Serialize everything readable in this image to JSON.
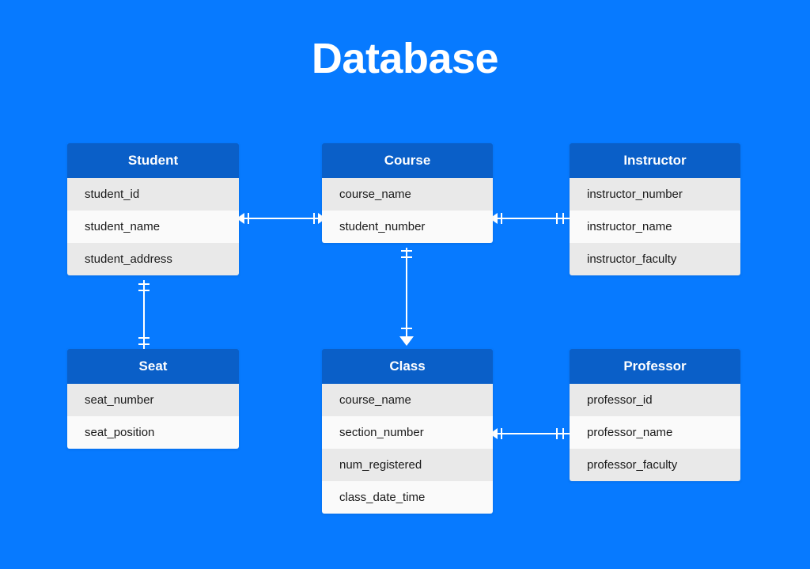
{
  "page": {
    "title": "Database",
    "background_color": "#077AFF",
    "header_color": "#0a5fc8",
    "row_color": "#e9e9e9",
    "row_alt_color": "#fafafa",
    "line_color": "#ffffff"
  },
  "entities": [
    {
      "name": "Student",
      "fields": [
        "student_id",
        "student_name",
        "student_address"
      ]
    },
    {
      "name": "Course",
      "fields": [
        "course_name",
        "student_number"
      ]
    },
    {
      "name": "Instructor",
      "fields": [
        "instructor_number",
        "instructor_name",
        "instructor_faculty"
      ]
    },
    {
      "name": "Seat",
      "fields": [
        "seat_number",
        "seat_position"
      ]
    },
    {
      "name": "Class",
      "fields": [
        "course_name",
        "section_number",
        "num_registered",
        "class_date_time"
      ]
    },
    {
      "name": "Professor",
      "fields": [
        "professor_id",
        "professor_name",
        "professor_faculty"
      ]
    }
  ],
  "relationships": [
    {
      "id": "student-course",
      "from": "Student",
      "to": "Course",
      "orientation": "horizontal",
      "from_marker": "arrow-one",
      "to_marker": "one-arrow"
    },
    {
      "id": "course-instructor",
      "from": "Course",
      "to": "Instructor",
      "orientation": "horizontal",
      "from_marker": "arrow-one",
      "to_marker": "one-one"
    },
    {
      "id": "student-seat",
      "from": "Student",
      "to": "Seat",
      "orientation": "vertical",
      "from_marker": "one-one",
      "to_marker": "one-one"
    },
    {
      "id": "course-class",
      "from": "Course",
      "to": "Class",
      "orientation": "vertical",
      "from_marker": "one-one",
      "to_marker": "one-arrow"
    },
    {
      "id": "class-professor",
      "from": "Class",
      "to": "Professor",
      "orientation": "horizontal",
      "from_marker": "arrow-one",
      "to_marker": "one-one"
    }
  ]
}
